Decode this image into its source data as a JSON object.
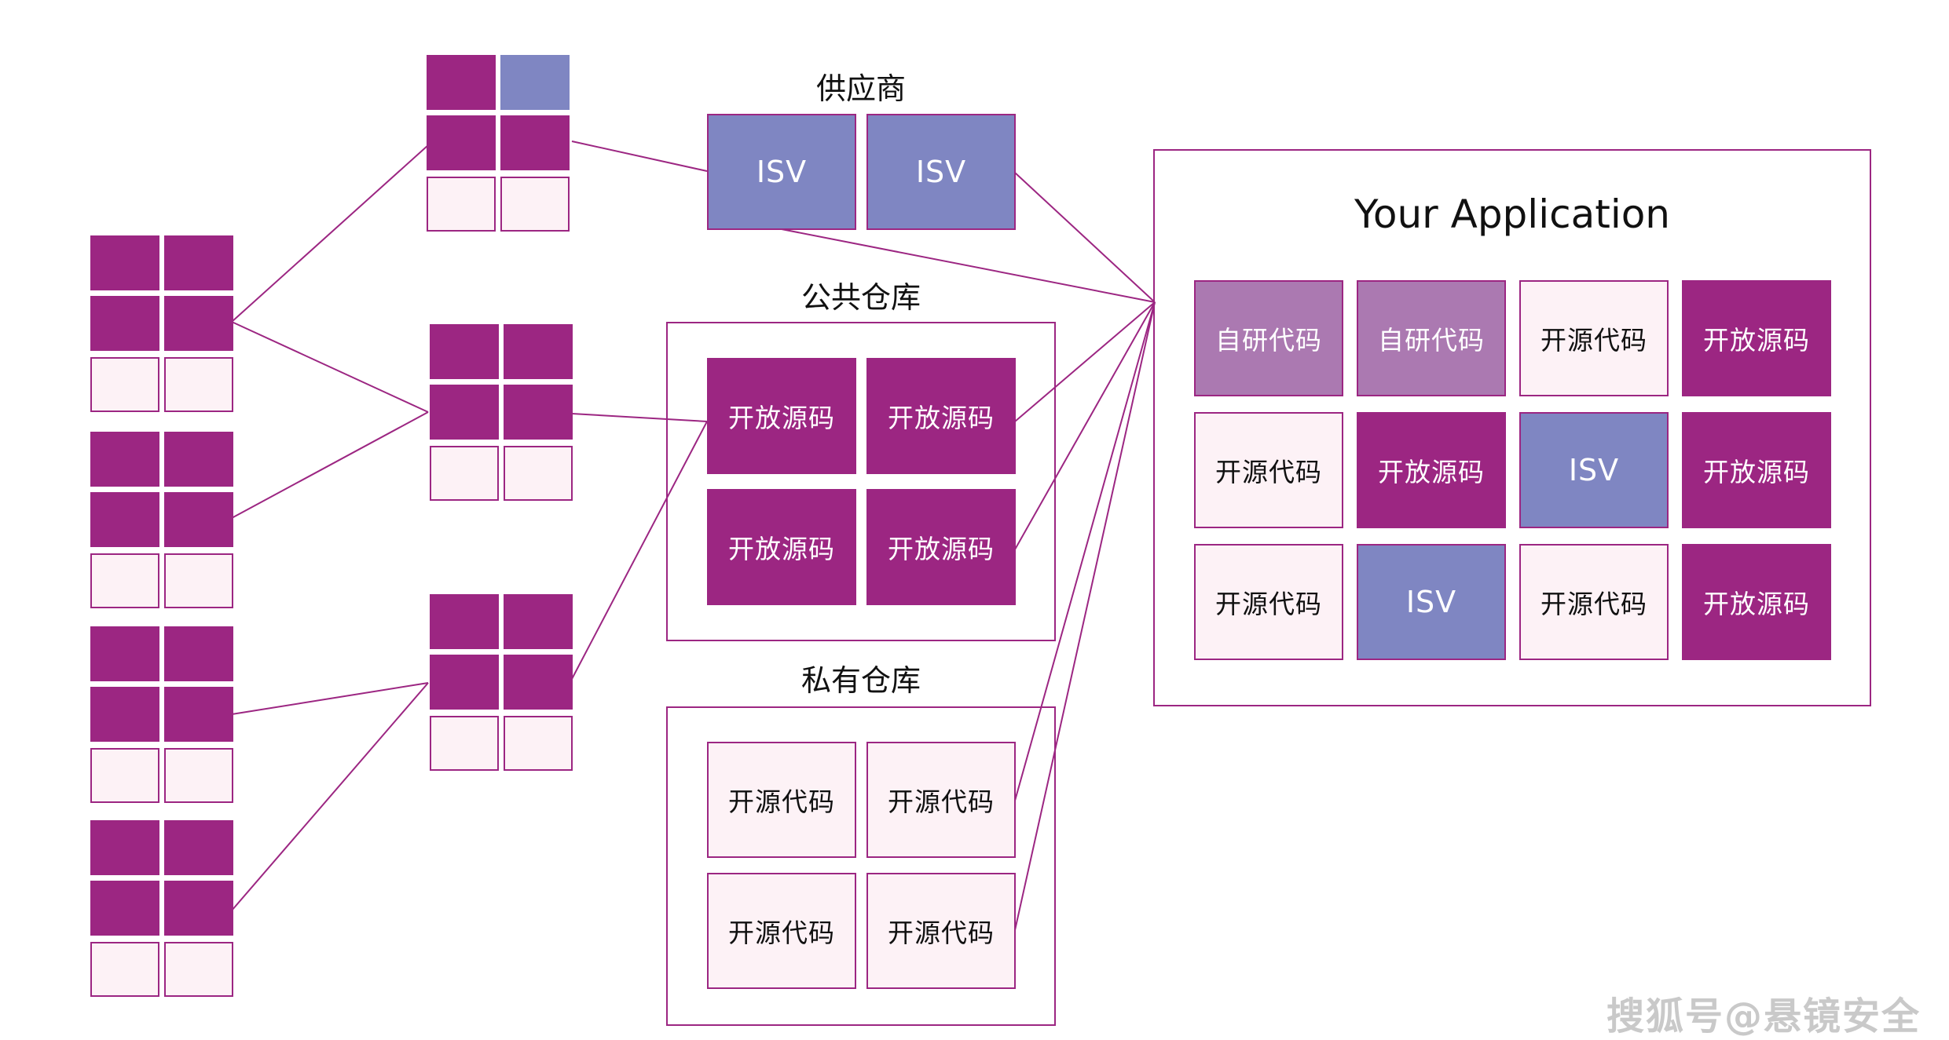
{
  "labels": {
    "supplier": "供应商",
    "public_repo": "公共仓库",
    "private_repo": "私有仓库",
    "your_application": "Your Application"
  },
  "supplier": {
    "cells": [
      "ISV",
      "ISV"
    ]
  },
  "public_repo": {
    "cells": [
      "开放源码",
      "开放源码",
      "开放源码",
      "开放源码"
    ]
  },
  "private_repo": {
    "cells": [
      "开源代码",
      "开源代码",
      "开源代码",
      "开源代码"
    ]
  },
  "application": {
    "rows": [
      [
        {
          "text": "自研代码",
          "kind": "mauve"
        },
        {
          "text": "自研代码",
          "kind": "mauve"
        },
        {
          "text": "开源代码",
          "kind": "light"
        },
        {
          "text": "开放源码",
          "kind": "purple"
        }
      ],
      [
        {
          "text": "开源代码",
          "kind": "light"
        },
        {
          "text": "开放源码",
          "kind": "purple"
        },
        {
          "text": "ISV",
          "kind": "blue"
        },
        {
          "text": "开放源码",
          "kind": "purple"
        }
      ],
      [
        {
          "text": "开源代码",
          "kind": "light"
        },
        {
          "text": "ISV",
          "kind": "blue"
        },
        {
          "text": "开源代码",
          "kind": "light"
        },
        {
          "text": "开放源码",
          "kind": "purple"
        }
      ]
    ]
  },
  "watermark": "搜狐号@悬镜安全",
  "colors": {
    "purple": "#9c2682",
    "blue": "#7f86c2",
    "mauve": "#ab79b1",
    "light": "#fdf2f6",
    "line": "#9c2682"
  }
}
